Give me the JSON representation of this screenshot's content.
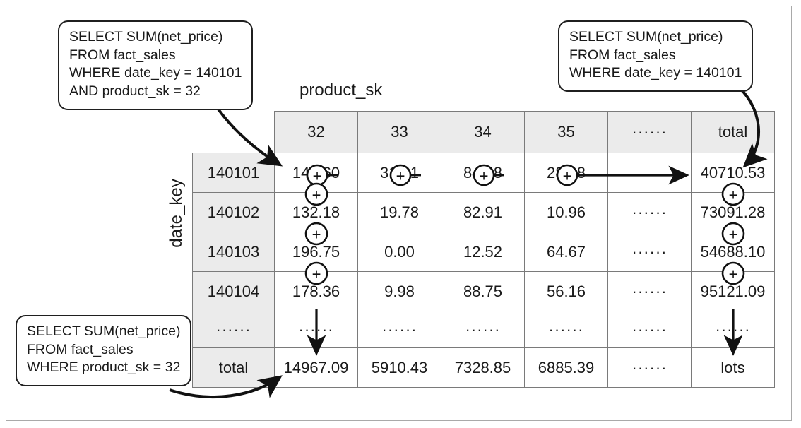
{
  "diagram": {
    "axes": {
      "column_axis_label": "product_sk",
      "row_axis_label": "date_key"
    },
    "callouts": {
      "cell_query": {
        "line1": "SELECT SUM(net_price)",
        "line2": "FROM fact_sales",
        "line3": "WHERE date_key = 140101",
        "line4": "AND product_sk = 32"
      },
      "row_query": {
        "line1": "SELECT SUM(net_price)",
        "line2": "FROM fact_sales",
        "line3": "WHERE date_key = 140101"
      },
      "column_query": {
        "line1": "SELECT SUM(net_price)",
        "line2": "FROM fact_sales",
        "line3": "WHERE product_sk = 32"
      }
    },
    "operator_symbol": "+",
    "ellipsis": "······"
  },
  "chart_data": {
    "type": "table",
    "title": "",
    "xlabel": "product_sk",
    "ylabel": "date_key",
    "corner_label": "",
    "columns": [
      "32",
      "33",
      "34",
      "35",
      "……",
      "total"
    ],
    "rows": [
      {
        "header": "140101",
        "values": [
          "149.60",
          "31.01",
          "84.58",
          "28.18",
          "……",
          "40710.53"
        ]
      },
      {
        "header": "140102",
        "values": [
          "132.18",
          "19.78",
          "82.91",
          "10.96",
          "……",
          "73091.28"
        ]
      },
      {
        "header": "140103",
        "values": [
          "196.75",
          "0.00",
          "12.52",
          "64.67",
          "……",
          "54688.10"
        ]
      },
      {
        "header": "140104",
        "values": [
          "178.36",
          "9.98",
          "88.75",
          "56.16",
          "……",
          "95121.09"
        ]
      },
      {
        "header": "……",
        "values": [
          "……",
          "……",
          "……",
          "……",
          "……",
          "……"
        ]
      },
      {
        "header": "total",
        "values": [
          "14967.09",
          "5910.43",
          "7328.85",
          "6885.39",
          "……",
          "lots"
        ]
      }
    ]
  },
  "colors": {
    "header_fill": "#ebebeb",
    "grid_line": "#7a7a7a",
    "outer_frame": "#a9a9a9",
    "text": "#1a1a1a",
    "callout_border": "#1f1f1f"
  }
}
